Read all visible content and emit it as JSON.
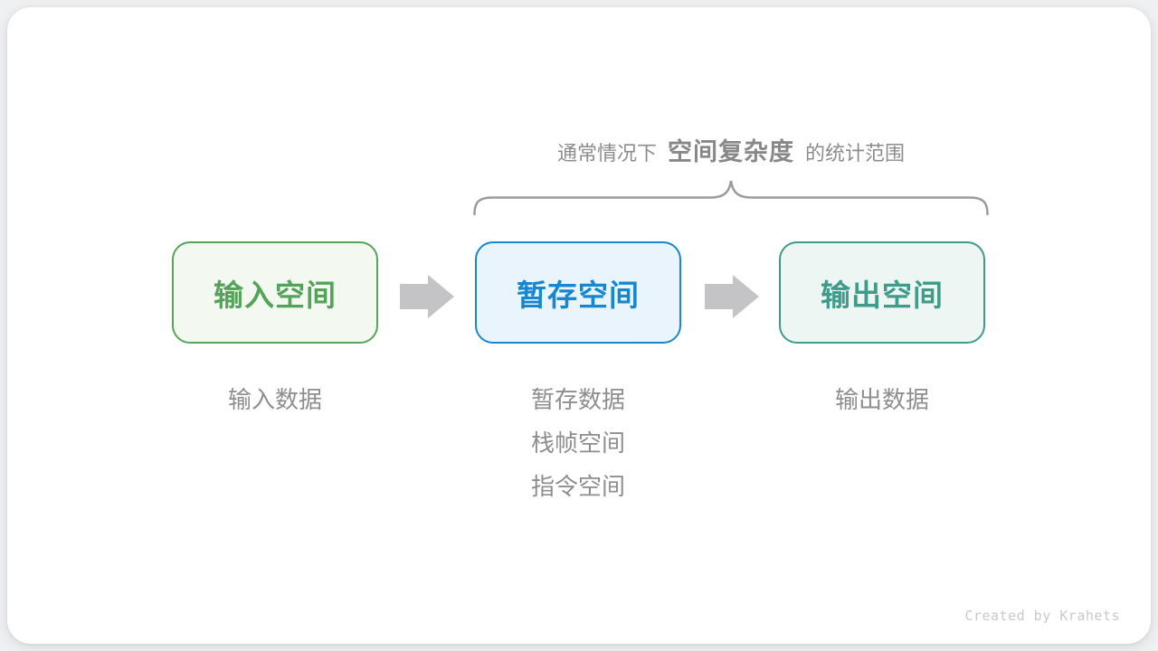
{
  "caption": {
    "prefix": "通常情况下",
    "highlight": "空间复杂度",
    "suffix": "的统计范围"
  },
  "boxes": [
    {
      "id": "input-space",
      "label": "输入空间"
    },
    {
      "id": "temp-space",
      "label": "暂存空间"
    },
    {
      "id": "output-space",
      "label": "输出空间"
    }
  ],
  "annotations": {
    "input": [
      "输入数据"
    ],
    "temp": [
      "暂存数据",
      "栈帧空间",
      "指令空间"
    ],
    "output": [
      "输出数据"
    ]
  },
  "watermark": "Created by Krahets",
  "icons": {
    "arrow": "block-arrow-right",
    "brace": "curly-brace-up"
  },
  "colors": {
    "input_text_border": "#58a35c",
    "input_background": "#f3f9f0",
    "temp_text_border": "#1787d0",
    "temp_background": "#e9f4fc",
    "output_text_border": "#3f9c8b",
    "output_background": "#edf6f3",
    "arrow": "#c4c4c6",
    "brace": "#9b9b9b",
    "caption_text": "#8c8c8c",
    "note_text": "#8e8e8e",
    "watermark_text": "#c7cacd",
    "card_background": "#ffffff",
    "page_background": "#eff0f1"
  }
}
